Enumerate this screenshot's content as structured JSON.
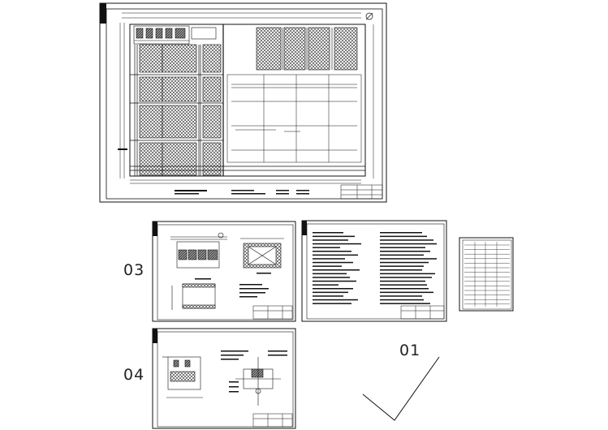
{
  "sheet_labels": {
    "sheet_03": "03",
    "sheet_04": "04",
    "sheet_01": "01"
  },
  "colors": {
    "background": "#ffffff",
    "line": "#111111",
    "hatch": "#333333"
  }
}
